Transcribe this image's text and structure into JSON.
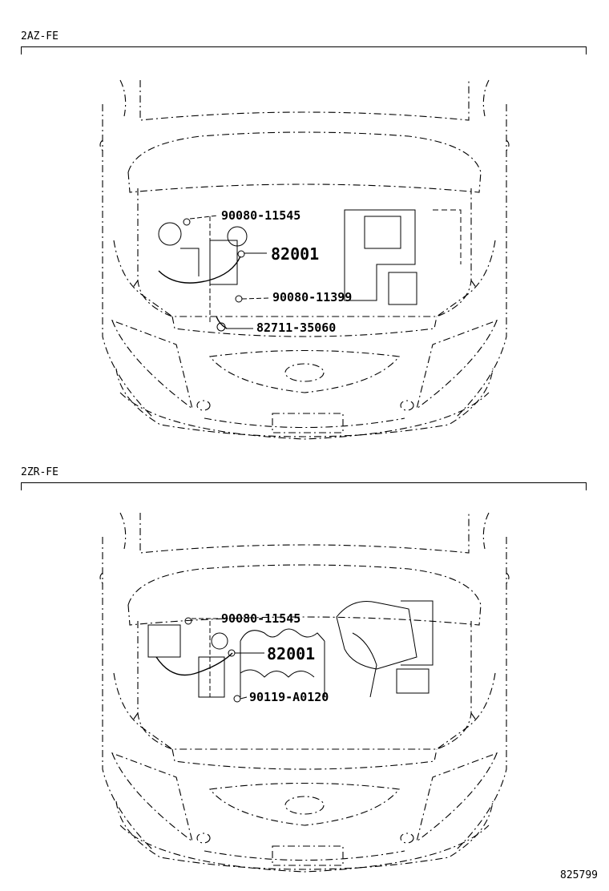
{
  "sections": [
    {
      "engine_label": "2AZ-FE",
      "callouts": [
        {
          "part": "90080-11545",
          "style": "normal"
        },
        {
          "part": "82001",
          "style": "big"
        },
        {
          "part": "90080-11399",
          "style": "normal"
        },
        {
          "part": "82711-35060",
          "style": "normal"
        }
      ]
    },
    {
      "engine_label": "2ZR-FE",
      "callouts": [
        {
          "part": "90080-11545",
          "style": "normal"
        },
        {
          "part": "82001",
          "style": "big"
        },
        {
          "part": "90119-A0120",
          "style": "normal"
        }
      ]
    }
  ],
  "figure_id": "825799"
}
